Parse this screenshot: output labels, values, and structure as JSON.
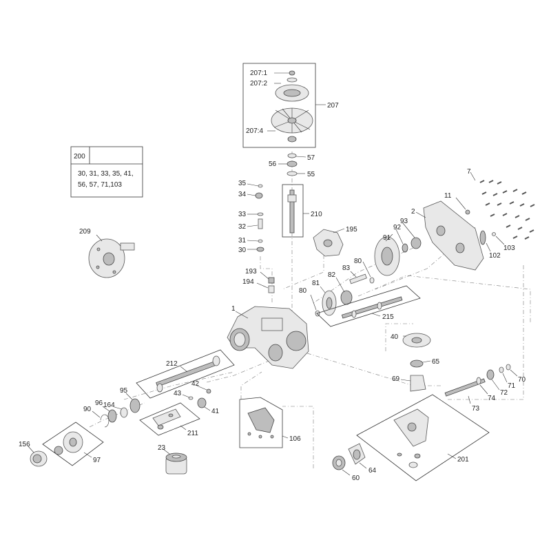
{
  "kit": {
    "number": "200",
    "line1": "30, 31, 33, 35, 41,",
    "line2": "56, 57, 71,103"
  },
  "labels": {
    "l207_1": "207:1",
    "l207_2": "207:2",
    "l207": "207",
    "l207_4": "207:4",
    "l57": "57",
    "l56": "56",
    "l55": "55",
    "l35": "35",
    "l34": "34",
    "l33": "33",
    "l32": "32",
    "l31": "31",
    "l30": "30",
    "l210": "210",
    "l209": "209",
    "l195": "195",
    "l193": "193",
    "l194": "194",
    "l1": "1",
    "l92": "92",
    "l93": "93",
    "l91": "91",
    "l2": "2",
    "l7": "7",
    "l11": "11",
    "l103": "103",
    "l102": "102",
    "l80a": "80",
    "l83": "83",
    "l82": "82",
    "l81": "81",
    "l80b": "80",
    "l215": "215",
    "l40": "40",
    "l65": "65",
    "l69": "69",
    "l70": "70",
    "l71": "71",
    "l72": "72",
    "l74": "74",
    "l73": "73",
    "l212": "212",
    "l42": "42",
    "l43": "43",
    "l41": "41",
    "l95": "95",
    "l164": "164",
    "l96": "96",
    "l90": "90",
    "l211": "211",
    "l106": "106",
    "l156": "156",
    "l97": "97",
    "l23": "23",
    "l201": "201",
    "l64": "64",
    "l60": "60"
  }
}
